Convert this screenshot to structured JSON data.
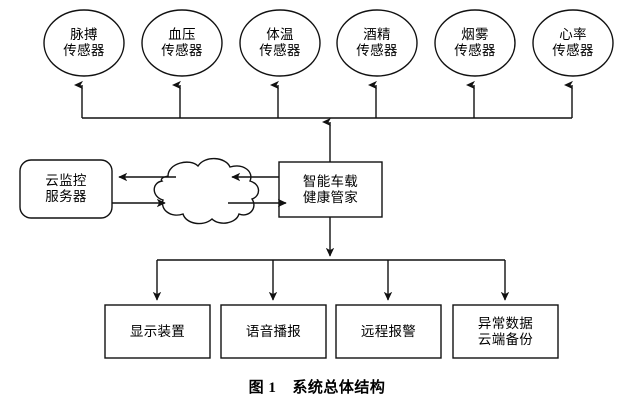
{
  "figure": {
    "caption_number": "图 1",
    "caption_title": "系统总体结构"
  },
  "colors": {
    "stroke": "#111111",
    "background": "#ffffff",
    "text": "#000000"
  },
  "sensors": {
    "shape": "ellipse",
    "items": [
      {
        "line1": "脉搏",
        "line2": "传感器",
        "name": "pulse-sensor"
      },
      {
        "line1": "血压",
        "line2": "传感器",
        "name": "blood-pressure-sensor"
      },
      {
        "line1": "体温",
        "line2": "传感器",
        "name": "body-temperature-sensor"
      },
      {
        "line1": "酒精",
        "line2": "传感器",
        "name": "alcohol-sensor"
      },
      {
        "line1": "烟雾",
        "line2": "传感器",
        "name": "smoke-sensor"
      },
      {
        "line1": "心率",
        "line2": "传感器",
        "name": "heart-rate-sensor"
      }
    ]
  },
  "middle": {
    "cloud_server": {
      "line1": "云监控",
      "line2": "服务器",
      "shape": "rounded-rectangle"
    },
    "network_cloud": {
      "icon": "cloud-icon",
      "label": ""
    },
    "controller": {
      "line1": "智能车载",
      "line2": "健康管家",
      "shape": "rectangle"
    }
  },
  "outputs": {
    "items": [
      {
        "line1": "显示装置",
        "line2": "",
        "name": "display-device"
      },
      {
        "line1": "语音播报",
        "line2": "",
        "name": "voice-broadcast"
      },
      {
        "line1": "远程报警",
        "line2": "",
        "name": "remote-alarm"
      },
      {
        "line1": "异常数据",
        "line2": "云端备份",
        "name": "abnormal-data-cloud-backup"
      }
    ]
  }
}
